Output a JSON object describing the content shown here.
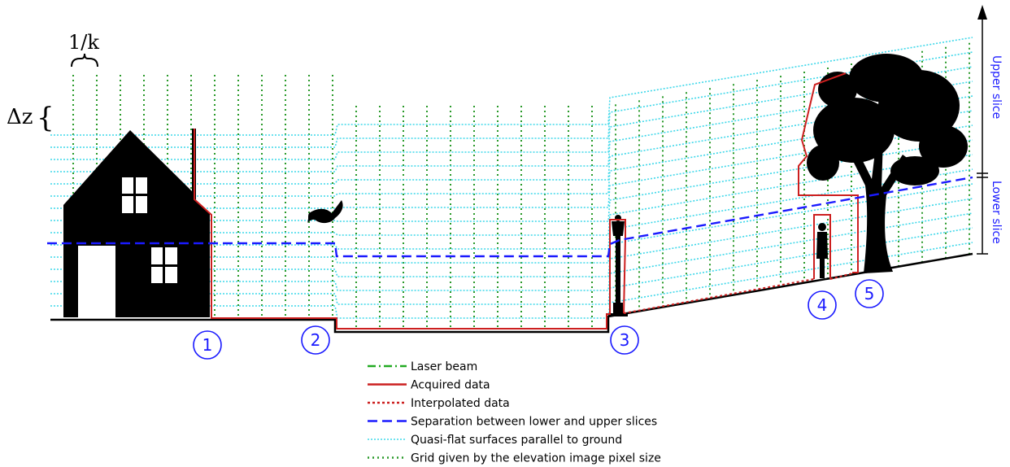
{
  "labels": {
    "inv_k": "1/k",
    "dz": "Δz",
    "upper": "Upper slice",
    "lower": "Lower slice",
    "markers": [
      "1",
      "2",
      "3",
      "4",
      "5"
    ]
  },
  "legend": [
    {
      "key": "laser",
      "label": "Laser beam",
      "color": "#22aa22"
    },
    {
      "key": "acquired",
      "label": "Acquired data",
      "color": "#cc1f1f"
    },
    {
      "key": "interpolated",
      "label": "Interpolated data",
      "color": "#cc1f1f"
    },
    {
      "key": "separation",
      "label": "Separation between lower and upper slices",
      "color": "#1a1aff"
    },
    {
      "key": "quasi",
      "label": "Quasi-flat surfaces parallel to ground",
      "color": "#3fd8ea"
    },
    {
      "key": "grid",
      "label": "Grid given by the elevation image pixel size",
      "color": "#2a9a2a"
    }
  ],
  "colors": {
    "ground": "#000000",
    "acquired": "#cc1f1f",
    "separation": "#1a1aff",
    "quasi": "#3fd8ea",
    "grid": "#2a9a2a",
    "marker": "#1a1aff",
    "silhouette": "#000000"
  }
}
